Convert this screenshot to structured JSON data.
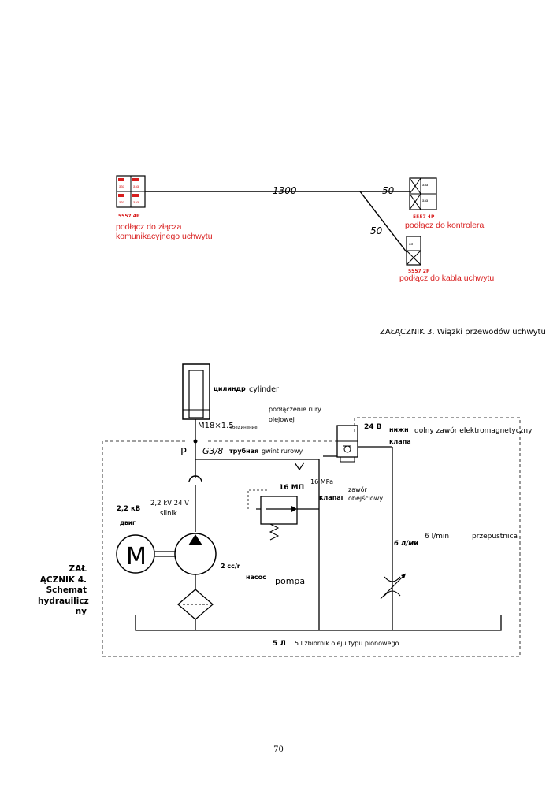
{
  "harness": {
    "connector_left_code": "5557 4P",
    "connector_right_top_code": "5557 4P",
    "connector_right_bottom_code": "5557 2P",
    "length_main": "1300",
    "length_top_right": "50",
    "length_branch": "50",
    "label_left_line1": "podłącz do złącza",
    "label_left_line2": "komunikacyjnego uchwytu",
    "label_controller": "podłącz do kontrolera",
    "label_cable": "podłącz do kabla uchwytu",
    "caption": "ZAŁĄCZNIK 3. Wiązki przewodów uchwytu"
  },
  "hydraulic": {
    "side_label_lines": [
      "ZAŁ",
      "ĄCZNIK 4.",
      "Schemat",
      "hydrauilicz",
      "ny"
    ],
    "ru_cylinder": "цилиндр",
    "cylinder": "cylinder",
    "fitting_spec": "M18×1.5",
    "ru_connection": "соединение",
    "pipe_connection_line1": "podłączenie rury",
    "pipe_connection_line2": "olejowej",
    "port_p": "P",
    "thread_spec": "G3/8",
    "ru_pipe": "трубная",
    "pipe_thread": "gwint rurowy",
    "voltage_valve": "24 В",
    "ru_lower_line1": "нижн",
    "ru_lower_line2": "клапа",
    "solenoid_valve": "dolny zawór elektromagnetyczny",
    "pressure_ru": "16 МП",
    "pressure": "16 MPa",
    "ru_valve": "клапаı",
    "relief_valve_line1": "zawór",
    "relief_valve_line2": "obejściowy",
    "power_ru": "2,2 кВ",
    "motor_spec_line1": "2,2 kV 24 V",
    "motor_spec_line2": "silnik",
    "ru_motor": "двиг",
    "motor_symbol": "M",
    "displacement": "2 cc/r",
    "ru_pump": "насос",
    "pump": "pompa",
    "flow_ru": "6 л/ми",
    "flow": "6 l/min",
    "throttle": "przepustnica",
    "tank_ru": "5 Л",
    "tank": "5 l zbiornik oleju typu pionowego"
  },
  "page_number": "70"
}
